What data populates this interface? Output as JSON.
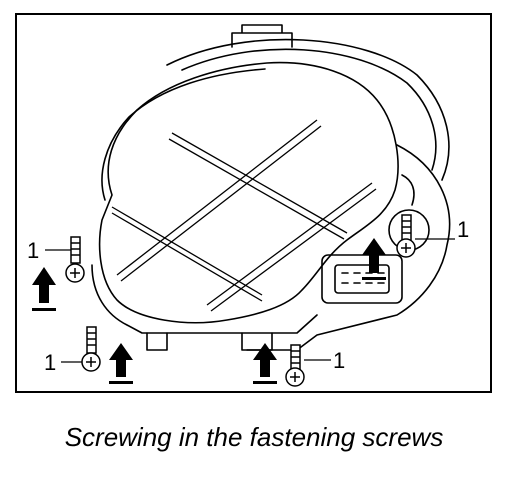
{
  "figure": {
    "caption": "Screwing in the fastening screws",
    "callouts": [
      "1",
      "1",
      "1",
      "1"
    ],
    "colors": {
      "line": "#000000",
      "background": "#ffffff"
    }
  }
}
